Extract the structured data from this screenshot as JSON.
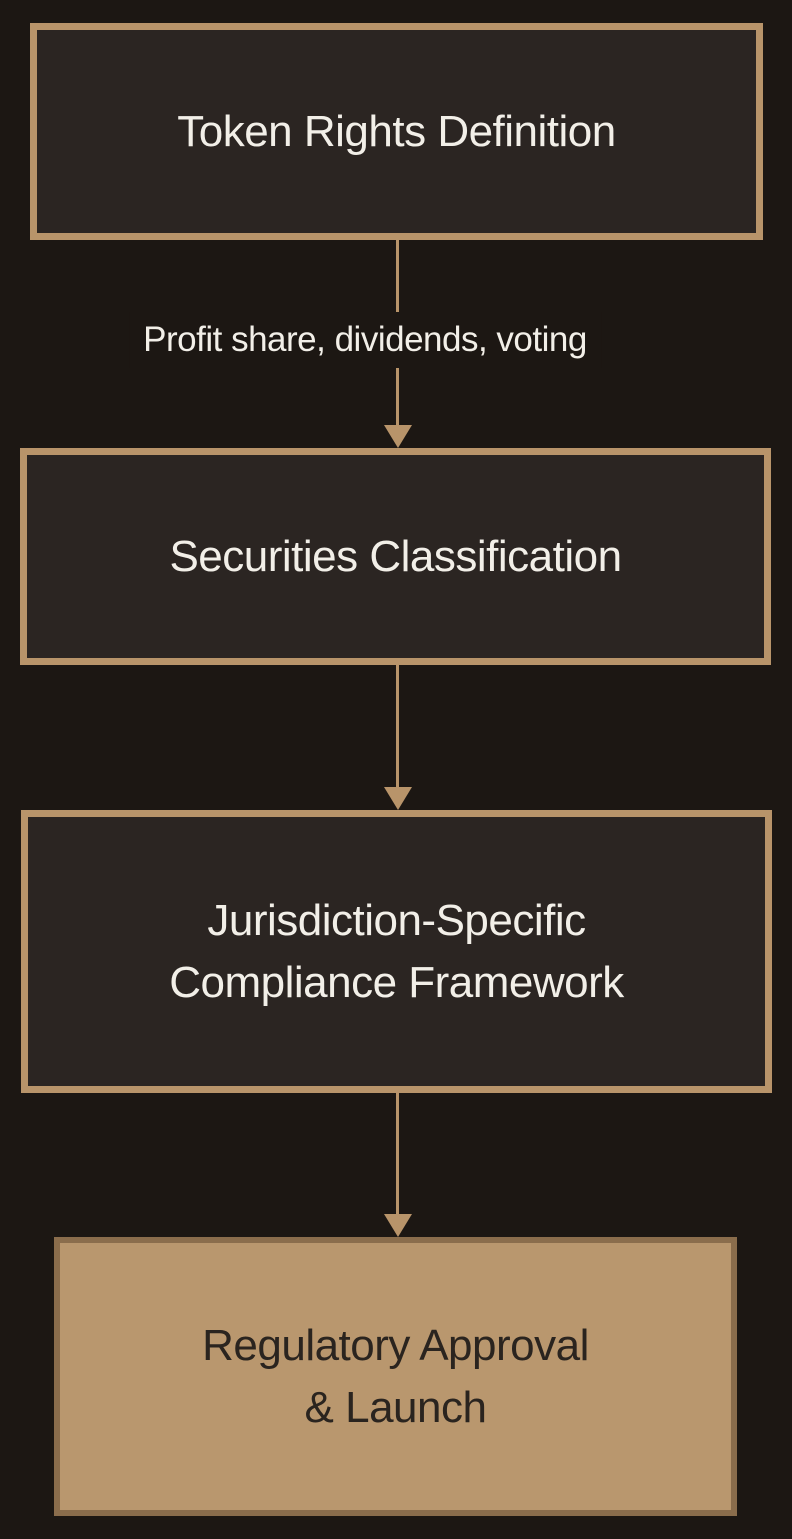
{
  "theme": {
    "background": "#1c1713",
    "node_fill": "#2b2522",
    "accent": "#b8946a",
    "final_node_fill": "#b9976e",
    "final_node_stroke": "#8a6d4c",
    "text_light": "#f2efe8",
    "text_dark": "#2a241f"
  },
  "diagram": {
    "type": "flowchart",
    "direction": "top-down",
    "nodes": {
      "token_rights": {
        "title": "Token Rights Definition"
      },
      "securities": {
        "title": "Securities Classification"
      },
      "jurisdiction": {
        "line1": "Jurisdiction-Specific",
        "line2": "Compliance Framework"
      },
      "approval": {
        "line1": "Regulatory Approval",
        "line2": "& Launch"
      }
    },
    "edges": {
      "edge1": {
        "from": "Token Rights Definition",
        "to": "Securities Classification",
        "label": "Profit share, dividends, voting"
      },
      "edge2": {
        "from": "Securities Classification",
        "to": "Jurisdiction-Specific Compliance Framework",
        "label": ""
      },
      "edge3": {
        "from": "Jurisdiction-Specific Compliance Framework",
        "to": "Regulatory Approval & Launch",
        "label": ""
      }
    }
  }
}
